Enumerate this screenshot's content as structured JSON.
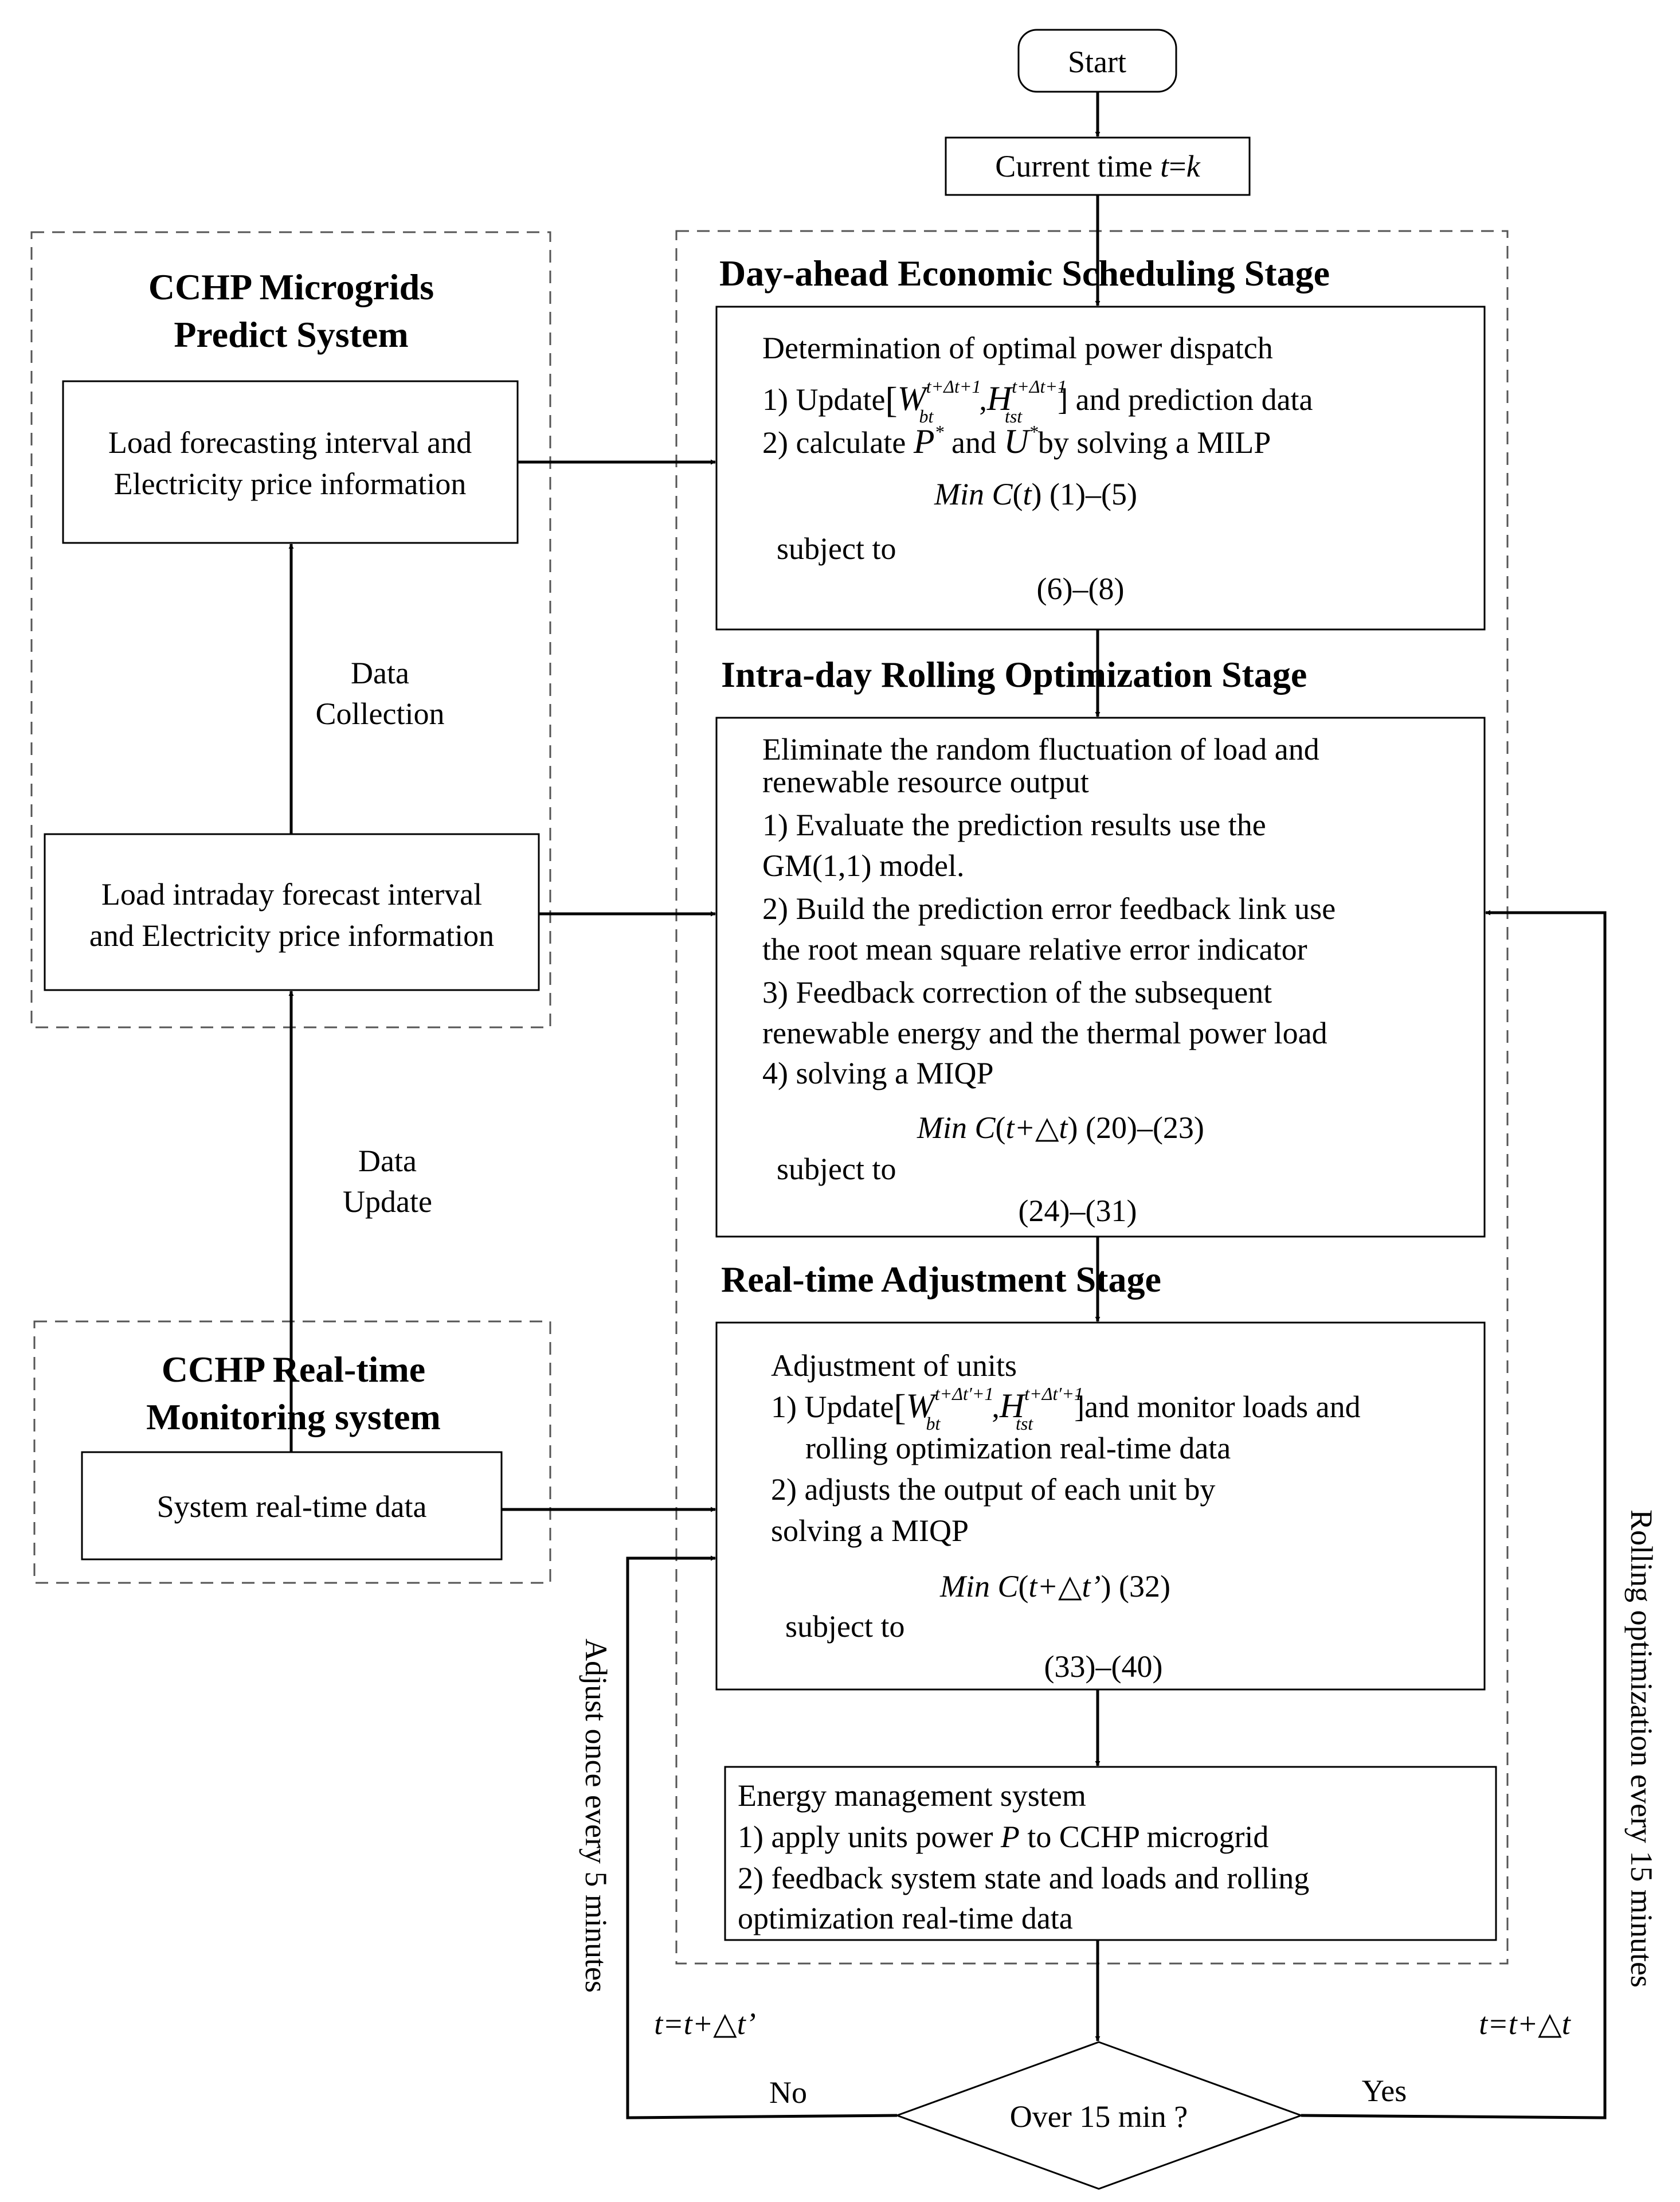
{
  "start": "Start",
  "current_time": {
    "prefix": "Current time ",
    "var": "t",
    "eq": "=",
    "k": "k"
  },
  "predict_system": {
    "title_line1": "CCHP Microgrids",
    "title_line2": "Predict System",
    "load_forecast_line1": "Load forecasting interval and",
    "load_forecast_line2": "Electricity price information",
    "intraday_line1": "Load intraday forecast interval",
    "intraday_line2": "and Electricity price information",
    "data_collection_line1": "Data",
    "data_collection_line2": "Collection"
  },
  "data_update": {
    "line1": "Data",
    "line2": "Update"
  },
  "monitoring_system": {
    "title_line1": "CCHP Real-time",
    "title_line2": "Monitoring system",
    "realtime_data": "System real-time data"
  },
  "day_ahead": {
    "title": "Day-ahead Economic Scheduling Stage",
    "l1": "Determination of optimal power dispatch",
    "l2_pre": "1) Update",
    "l2_post": "and prediction data",
    "l3_pre": "2) calculate",
    "l3_and": "and",
    "l3_post": "by  solving a MILP",
    "P": "P",
    "U": "U",
    "star": "*",
    "W": "W",
    "H": "H",
    "W_sup": "t+Δt+1",
    "W_sub": "bt",
    "H_sup": "t+Δt+1",
    "H_sub": "tst",
    "obj_min": "Min",
    "obj_C": "C",
    "obj_arg": "t",
    "obj_eq": "(1)–(5)",
    "subject": "subject to",
    "constraints": "(6)–(8)"
  },
  "intra_day": {
    "title": "Intra-day Rolling Optimization Stage",
    "l1": "Eliminate the random fluctuation of load and",
    "l2": "renewable resource output",
    "l3": "1) Evaluate the prediction results use the",
    "l4": "GM(1,1) model.",
    "l5": "2) Build the prediction error feedback link use",
    "l6": "the root mean square relative error indicator",
    "l7": "3) Feedback correction of the subsequent",
    "l8": "renewable energy and the thermal power load",
    "l9": "4) solving a MIQP",
    "obj_min": "Min",
    "obj_C": "C",
    "obj_arg": "t+△t",
    "obj_eq": "(20)–(23)",
    "subject": "subject to",
    "constraints": "(24)–(31)"
  },
  "real_time": {
    "title": "Real-time Adjustment Stage",
    "l1": "Adjustment of units",
    "l2_pre": "1) Update",
    "l2_post": "and monitor loads and",
    "W": "W",
    "H": "H",
    "W_sup": "t+Δt′+1",
    "W_sub": "bt",
    "H_sup": "t+Δt′+1",
    "H_sub": "tst",
    "l3": "rolling optimization real-time data",
    "l4": "2) adjusts the output of each unit by",
    "l5": "solving a MIQP",
    "obj_min": "Min",
    "obj_C": "C",
    "obj_arg": "t+△t’",
    "obj_eq": "(32)",
    "subject": "subject to",
    "constraints": "(33)–(40)"
  },
  "ems": {
    "l1": "Energy management system",
    "l2_pre": "1) apply units power",
    "l2_P": "P",
    "l2_post": "to CCHP microgrid",
    "l3": "2) feedback system state and loads and rolling",
    "l4": "optimization real-time data"
  },
  "decision": {
    "label": "Over 15 min ?",
    "no": "No",
    "yes": "Yes"
  },
  "loop_left": {
    "label": "Adjust once every 5 minutes",
    "update": "t=t+△t’"
  },
  "loop_right": {
    "label": "Rolling optimization every 15 minutes",
    "update": "t=t+△t"
  }
}
